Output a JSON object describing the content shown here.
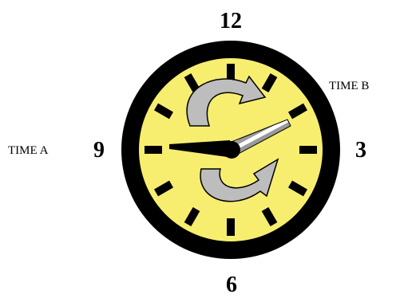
{
  "clock": {
    "numbers": {
      "twelve": "12",
      "three": "3",
      "six": "6",
      "nine": "9"
    },
    "labels": {
      "time_a": "TIME A",
      "time_b": "TIME B"
    },
    "colors": {
      "rim": "#000000",
      "face": "#f7ee6f",
      "arrow_fill": "#bdbdbd",
      "arrow_outline": "#000000",
      "hand_time_a": "#000000",
      "hand_time_b_light": "#ffffff",
      "hand_time_b_dark": "#9a9a9a"
    },
    "icons": {
      "upper_arrow": "curved-arrow-clockwise-icon",
      "lower_arrow": "curved-arrow-clockwise-icon"
    }
  }
}
